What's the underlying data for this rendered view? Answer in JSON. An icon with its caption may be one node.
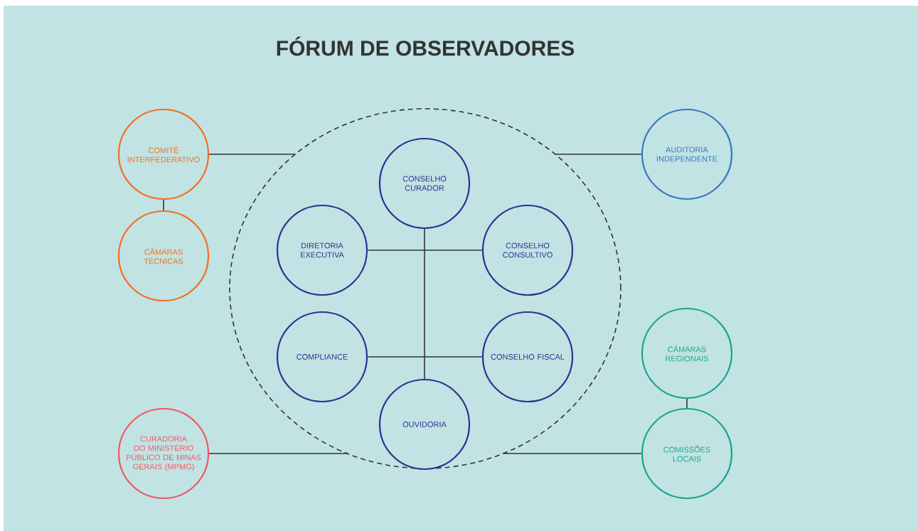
{
  "diagram": {
    "title": "FÓRUM DE OBSERVADORES",
    "nodes": [
      {
        "text": [],
        "shape": "circle"
      },
      {
        "text": [
          "CONSELHO CURADOR"
        ],
        "in": 0
      },
      {
        "text": [
          "DIRETORIA EXECUTIVA"
        ],
        "in": 0
      },
      {
        "text": [
          "CONSELHO CONSULTIVO"
        ],
        "in": 0
      },
      {
        "text": [
          "COMPLIANCE"
        ],
        "in": 0
      },
      {
        "text": [
          "CONSELHO FISCAL"
        ],
        "in": 0
      },
      {
        "text": [
          "OUVIDORIA"
        ],
        "in": 0
      },
      {
        "text": [
          "COMITÊ INTERFEDERATIVO"
        ]
      },
      {
        "text": [
          "CÂMARAS TÉCNICAS"
        ]
      },
      {
        "text": [
          "AUDITORIA INDEPENDENTE"
        ]
      },
      {
        "text": [
          "CÂMARAS REGIONAIS"
        ]
      },
      {
        "text": [
          "CURADORIA DO MINISTÉRIO PÚBLICO DE MINAS GERAIS (MPMG)"
        ]
      },
      {
        "text": [
          "COMISSÕES LOCAIS"
        ]
      }
    ],
    "edges": [
      {
        "from": 1,
        "to": 6,
        "arrow": "none"
      },
      {
        "from": 2,
        "to": 3,
        "arrow": "none"
      },
      {
        "from": 4,
        "to": 5,
        "arrow": "none"
      },
      {
        "from": 7,
        "to": 0,
        "arrow": "none"
      },
      {
        "from": 7,
        "to": 8,
        "arrow": "none"
      },
      {
        "from": 9,
        "to": 0,
        "arrow": "none"
      },
      {
        "from": 10,
        "to": 12,
        "arrow": "none"
      },
      {
        "from": 11,
        "to": 0,
        "arrow": "none"
      },
      {
        "from": 12,
        "to": 0,
        "arrow": "none"
      }
    ]
  }
}
